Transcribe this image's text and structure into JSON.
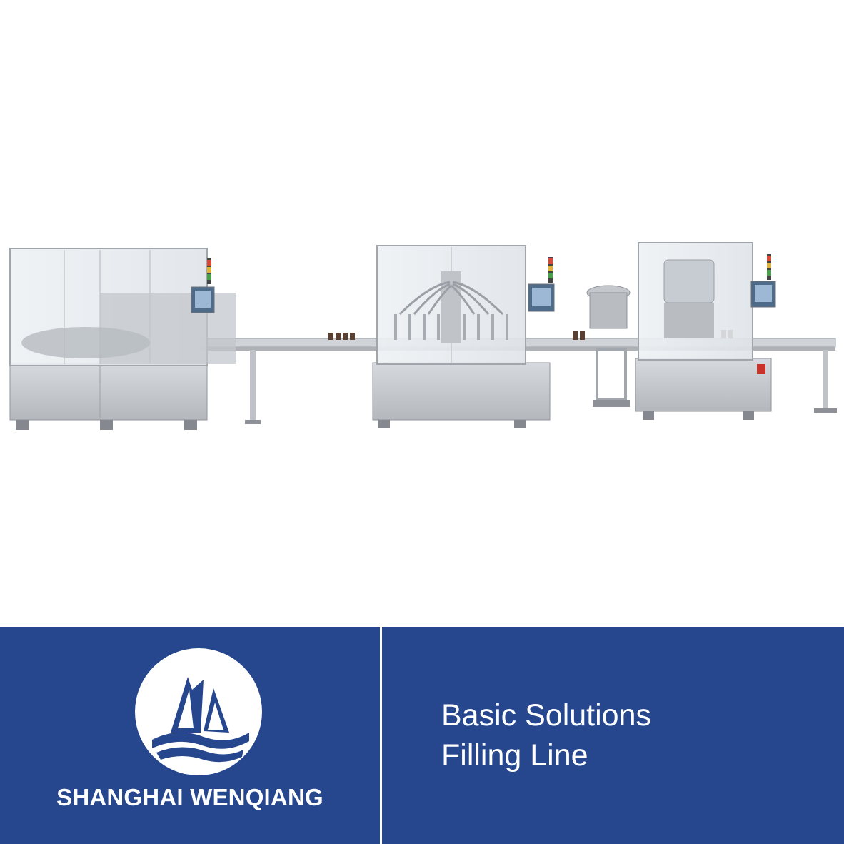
{
  "brand": {
    "name": "SHANGHAI WENQIANG",
    "logo_icon": "sailboat-waves-logo-icon"
  },
  "headline": {
    "line1": "Basic Solutions",
    "line2": "Filling Line"
  },
  "colors": {
    "footer_background": "#26478e",
    "text": "#ffffff",
    "machine_steel": "#c9ccd0"
  }
}
